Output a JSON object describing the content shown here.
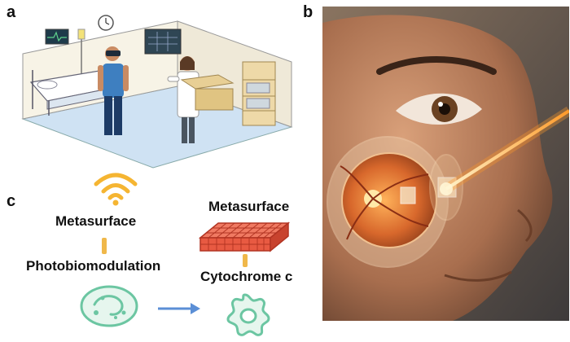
{
  "panels": {
    "a": {
      "letter": "a"
    },
    "b": {
      "letter": "b"
    },
    "c": {
      "letter": "c",
      "left_label_top": "Metasurface",
      "left_label_bottom": "Photobiomodulation",
      "right_label_top": "Metasurface",
      "right_label_bottom": "Cytochrome c"
    }
  },
  "colors": {
    "wifi": "#f5b532",
    "connector": "#f0b84a",
    "metasurface_grid": "#e85a42",
    "metasurface_line": "#b23422",
    "cell": "#6cc6a2",
    "arrow": "#5b8fd6",
    "laser": "#ffb347"
  },
  "icons": {
    "wifi": "wifi-signal-icon",
    "cell": "cell-icon",
    "protein": "cytochrome-c-protein-icon",
    "arrow": "right-arrow-icon"
  }
}
